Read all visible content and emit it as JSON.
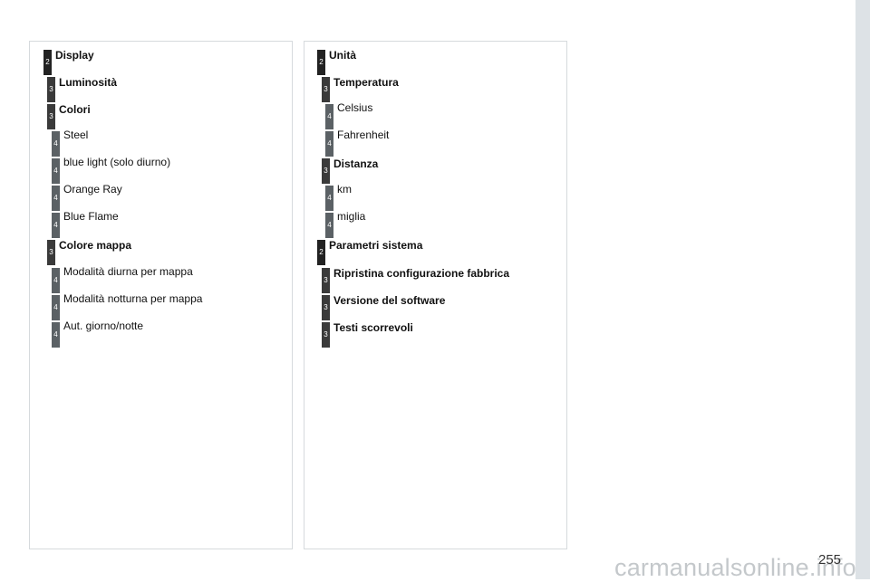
{
  "left_menu": {
    "items": [
      {
        "level": "2",
        "label": "Display"
      },
      {
        "level": "3",
        "label": "Luminosità"
      },
      {
        "level": "3",
        "label": "Colori"
      },
      {
        "level": "4",
        "label": "Steel"
      },
      {
        "level": "4",
        "label": "blue light (solo diurno)"
      },
      {
        "level": "4",
        "label": "Orange Ray"
      },
      {
        "level": "4",
        "label": "Blue Flame"
      },
      {
        "level": "3",
        "label": "Colore mappa"
      },
      {
        "level": "4",
        "label": "Modalità diurna per mappa"
      },
      {
        "level": "4",
        "label": "Modalità notturna per mappa"
      },
      {
        "level": "4",
        "label": "Aut. giorno/notte"
      }
    ]
  },
  "right_menu": {
    "items": [
      {
        "level": "2",
        "label": "Unità"
      },
      {
        "level": "3",
        "label": "Temperatura"
      },
      {
        "level": "4",
        "label": "Celsius"
      },
      {
        "level": "4",
        "label": "Fahrenheit"
      },
      {
        "level": "3",
        "label": "Distanza"
      },
      {
        "level": "4",
        "label": "km"
      },
      {
        "level": "4",
        "label": "miglia"
      },
      {
        "level": "2",
        "label": "Parametri sistema"
      },
      {
        "level": "3",
        "label": "Ripristina configurazione fabbrica"
      },
      {
        "level": "3",
        "label": "Versione del software"
      },
      {
        "level": "3",
        "label": "Testi scorrevoli"
      }
    ]
  },
  "page_number": "255",
  "watermark": "carmanualsonline.info"
}
